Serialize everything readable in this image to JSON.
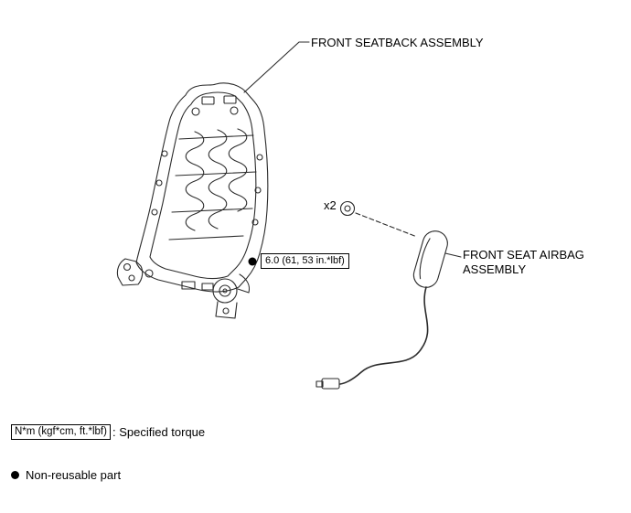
{
  "callouts": {
    "seatback_label": "FRONT SEATBACK ASSEMBLY",
    "airbag_label_line1": "FRONT SEAT AIRBAG",
    "airbag_label_line2": "ASSEMBLY",
    "bolt_quantity": "x2",
    "torque_spec": "6.0 (61, 53 in.*lbf)"
  },
  "legend": {
    "torque_unit_box": "N*m (kgf*cm, ft.*lbf)",
    "torque_meaning": ": Specified torque",
    "non_reusable": "Non-reusable part"
  },
  "colors": {
    "line": "#2b2b2b",
    "background": "#ffffff"
  }
}
